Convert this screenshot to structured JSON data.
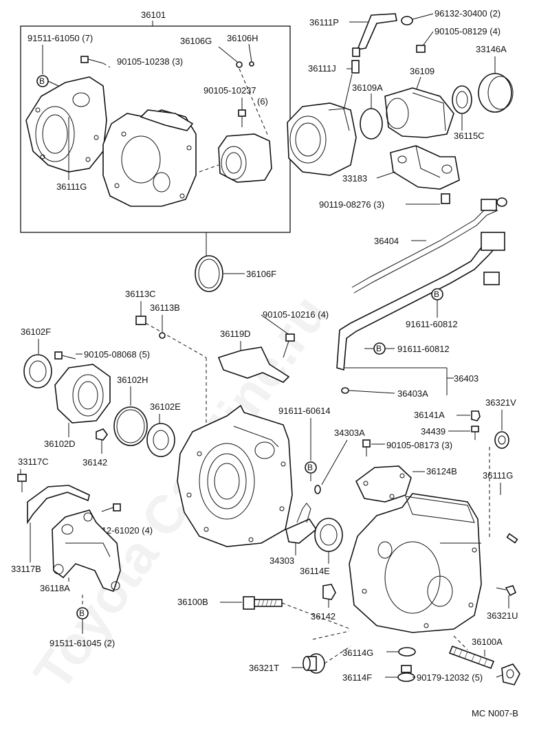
{
  "watermark": "Toyota CarMine.ru",
  "footer_code": "MC N007-B",
  "labels": {
    "p36101": "36101",
    "p91511_61050": "91511-61050 (7)",
    "b1": "B",
    "p90105_10238": "90105-10238 (3)",
    "p36106G": "36106G",
    "p36106H": "36106H",
    "p90105_10237": "90105-10237",
    "q6": "(6)",
    "p36111G_a": "36111G",
    "p36106F": "36106F",
    "p36111P": "36111P",
    "p96132_30400": "96132-30400 (2)",
    "p90105_08129": "90105-08129 (4)",
    "p33146A": "33146A",
    "p36111J": "36111J",
    "p36109": "36109",
    "p36109A": "36109A",
    "p36115C": "36115C",
    "p33183": "33183",
    "p90119_08276": "90119-08276 (3)",
    "p36404": "36404",
    "b2": "B",
    "p91611_60812_a": "91611-60812",
    "b3": "B",
    "p91611_60812_b": "91611-60812",
    "p36403": "36403",
    "p36403A": "36403A",
    "p36113C": "36113C",
    "p36113B": "36113B",
    "p90105_10216": "90105-10216 (4)",
    "p36119D": "36119D",
    "p36102F": "36102F",
    "p90105_08068": "90105-08068 (5)",
    "p36102H": "36102H",
    "p36102E": "36102E",
    "p36102D": "36102D",
    "p36142_a": "36142",
    "p91611_60614": "91611-60614",
    "b4": "B",
    "p34303A": "34303A",
    "p90105_08173": "90105-08173 (3)",
    "p36141A": "36141A",
    "p34439": "34439",
    "p36321V": "36321V",
    "p36124B": "36124B",
    "p36111G_b": "36111G",
    "p33117C": "33117C",
    "p91512_61020": "91512-61020 (4)",
    "p33117B": "33117B",
    "p36118A": "36118A",
    "b5": "B",
    "p91511_61045": "91511-61045 (2)",
    "p34303": "34303",
    "p36114E": "36114E",
    "p36100B": "36100B",
    "p36142_b": "36142",
    "p36321U": "36321U",
    "p36100A": "36100A",
    "p36114G": "36114G",
    "p36321T": "36321T",
    "p36114F": "36114F",
    "p90179_12032": "90179-12032 (5)"
  }
}
